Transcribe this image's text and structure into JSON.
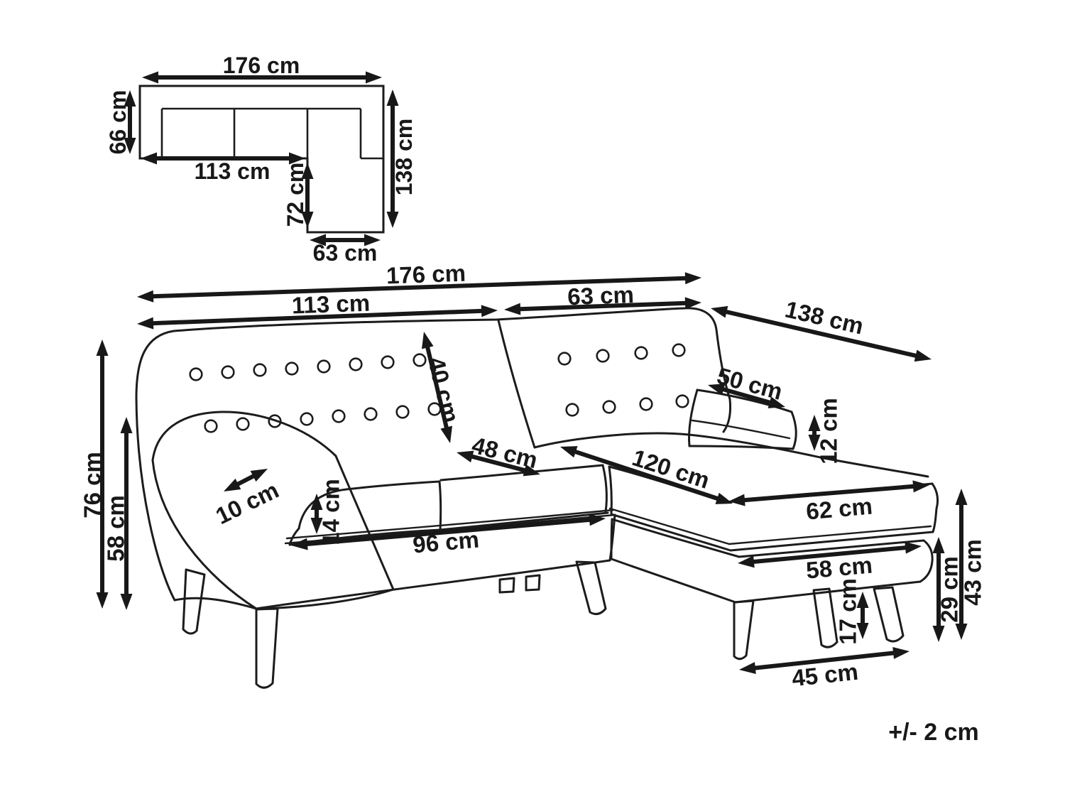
{
  "note": "+/- 2 cm",
  "diagram_type": "sofa-with-chaise-dimension-drawing",
  "dims": {
    "plan_total_width": {
      "label": "176 cm",
      "value_cm": 176
    },
    "plan_back_depth": {
      "label": "66 cm",
      "value_cm": 66
    },
    "plan_left_width": {
      "label": "113 cm",
      "value_cm": 113
    },
    "plan_chaise_inner": {
      "label": "72 cm",
      "value_cm": 72
    },
    "plan_total_depth": {
      "label": "138 cm",
      "value_cm": 138
    },
    "plan_chaise_width": {
      "label": "63 cm",
      "value_cm": 63
    },
    "persp_total_width": {
      "label": "176 cm",
      "value_cm": 176
    },
    "persp_left_width": {
      "label": "113 cm",
      "value_cm": 113
    },
    "persp_chaise_back": {
      "label": "63 cm",
      "value_cm": 63
    },
    "persp_total_depth": {
      "label": "138 cm",
      "value_cm": 138
    },
    "persp_total_height": {
      "label": "76 cm",
      "value_cm": 76
    },
    "persp_arm_height": {
      "label": "58 cm",
      "value_cm": 58
    },
    "persp_backrest_height": {
      "label": "40 cm",
      "value_cm": 40
    },
    "persp_seat_depth": {
      "label": "48 cm",
      "value_cm": 48
    },
    "persp_armrest_width": {
      "label": "10 cm",
      "value_cm": 10
    },
    "persp_cushion_thick": {
      "label": "14 cm",
      "value_cm": 14
    },
    "persp_seat_width": {
      "label": "96 cm",
      "value_cm": 96
    },
    "persp_headrest_width": {
      "label": "50 cm",
      "value_cm": 50
    },
    "persp_headrest_height": {
      "label": "12 cm",
      "value_cm": 12
    },
    "persp_chaise_length": {
      "label": "120 cm",
      "value_cm": 120
    },
    "persp_chaise_front": {
      "label": "62 cm",
      "value_cm": 62
    },
    "persp_chaise_base": {
      "label": "58 cm",
      "value_cm": 58
    },
    "persp_leg_height": {
      "label": "17 cm",
      "value_cm": 17
    },
    "persp_base_height": {
      "label": "29 cm",
      "value_cm": 29
    },
    "persp_seat_height": {
      "label": "43 cm",
      "value_cm": 43
    },
    "persp_leg_span": {
      "label": "45 cm",
      "value_cm": 45
    }
  }
}
